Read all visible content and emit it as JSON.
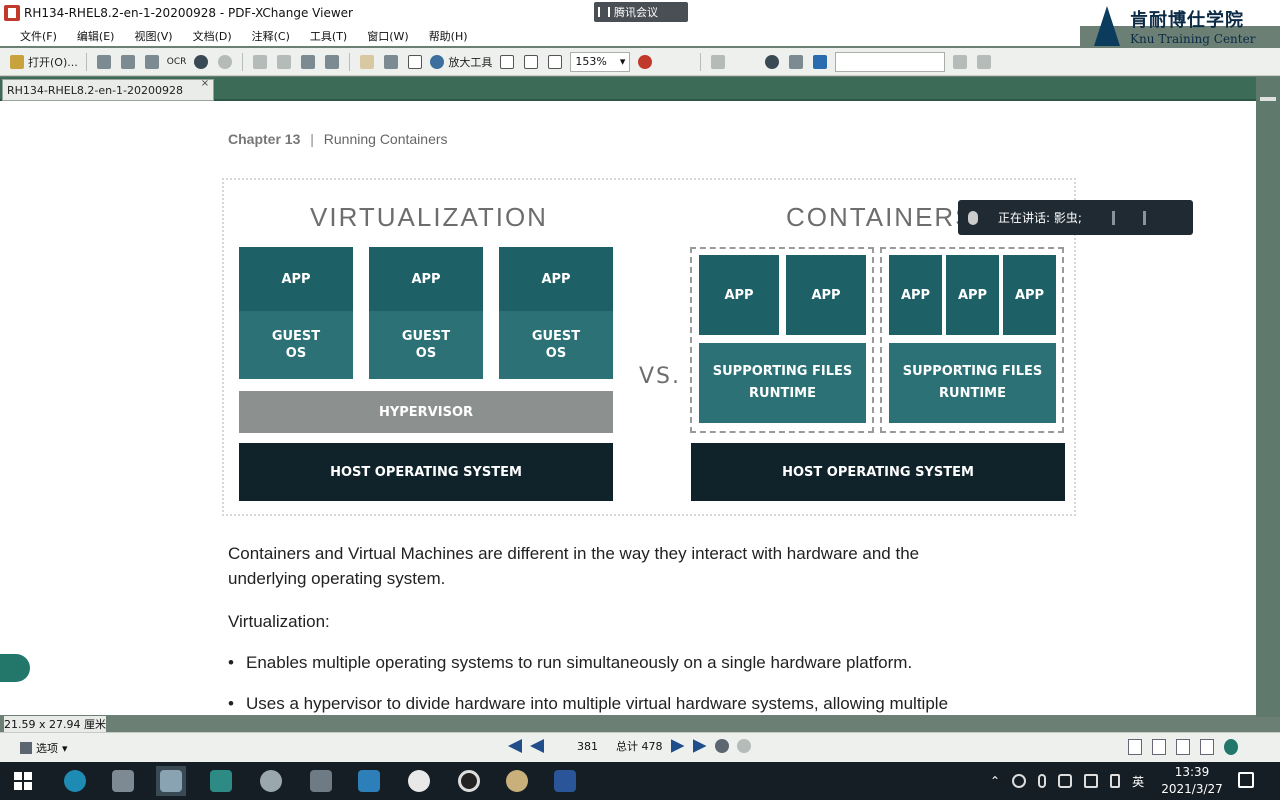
{
  "window": {
    "title": "RH134-RHEL8.2-en-1-20200928 - PDF-XChange Viewer",
    "meeting_chip": "腾讯会议",
    "logo_cn": "肯耐博仕学院",
    "logo_en": "Knu Training Center"
  },
  "menu": [
    "文件(F)",
    "编辑(E)",
    "视图(V)",
    "文档(D)",
    "注释(C)",
    "工具(T)",
    "窗口(W)",
    "帮助(H)"
  ],
  "toolbar": {
    "open_label": "打开(O)...",
    "ocr_label": "OCR",
    "zoom_tool_label": "放大工具",
    "zoom_value": "153%"
  },
  "tab": {
    "label": "RH134-RHEL8.2-en-1-20200928",
    "close": "×"
  },
  "doc": {
    "chapter_num": "Chapter 13",
    "chapter_sep": "|",
    "chapter_title": "Running Containers",
    "figure": {
      "virt_heading": "VIRTUALIZATION",
      "cont_heading": "CONTAINERS",
      "app": "APP",
      "guest_os": "GUEST\nOS",
      "hypervisor": "HYPERVISOR",
      "host_os": "HOST OPERATING SYSTEM",
      "vs": "VS.",
      "supporting": "SUPPORTING FILES\nRUNTIME"
    },
    "para1_line1": "Containers and Virtual Machines are different in the way they interact with hardware and the",
    "para1_line2": "underlying operating system.",
    "virt_label": "Virtualization:",
    "bullet1": "Enables multiple operating systems to run simultaneously on a single hardware platform.",
    "bullet2": "Uses a hypervisor to divide hardware into multiple virtual hardware systems, allowing multiple",
    "bullet_char": "•"
  },
  "speaker_popup": "正在讲话: 影虫;",
  "status": {
    "page_size": "21.59 x 27.94 厘米",
    "options": "选项",
    "current_page": "381",
    "total_pages": "总计 478"
  },
  "taskbar": {
    "ime": "英",
    "time": "13:39",
    "date": "2021/3/27"
  },
  "colors": {
    "teal_dark": "#1d6066",
    "teal": "#2b7176",
    "host_dark": "#10232b",
    "hypervisor_gray": "#8c9190",
    "tab_bar_green": "#3c6b57"
  }
}
